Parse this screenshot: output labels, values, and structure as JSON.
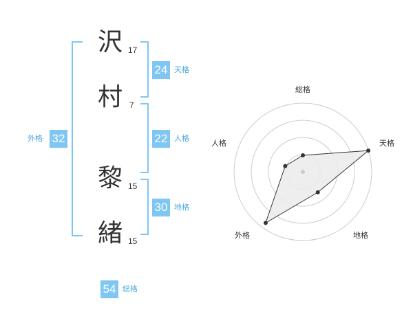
{
  "name": {
    "characters": [
      {
        "char": "沢",
        "strokes": "17"
      },
      {
        "char": "村",
        "strokes": "7"
      },
      {
        "char": "黎",
        "strokes": "15"
      },
      {
        "char": "緒",
        "strokes": "15"
      }
    ]
  },
  "fortunes": {
    "tenkaku": {
      "value": "24",
      "label": "天格"
    },
    "jinkaku": {
      "value": "22",
      "label": "人格"
    },
    "chikaku": {
      "value": "30",
      "label": "地格"
    },
    "gaikaku": {
      "value": "32",
      "label": "外格"
    },
    "soukaku": {
      "value": "54",
      "label": "総格"
    }
  },
  "radar": {
    "axes": [
      "総格",
      "天格",
      "地格",
      "外格",
      "人格"
    ],
    "values": [
      0.24,
      1.0,
      0.37,
      0.92,
      0.27
    ],
    "ring_count": 4,
    "colors": {
      "fill": "#ebebeb",
      "line": "#333333",
      "rings": "#cccccc",
      "center": "#cccccc"
    }
  },
  "colors": {
    "accent": "#7fc6f2",
    "caption": "#4aa8e0",
    "kanji": "#333333"
  }
}
